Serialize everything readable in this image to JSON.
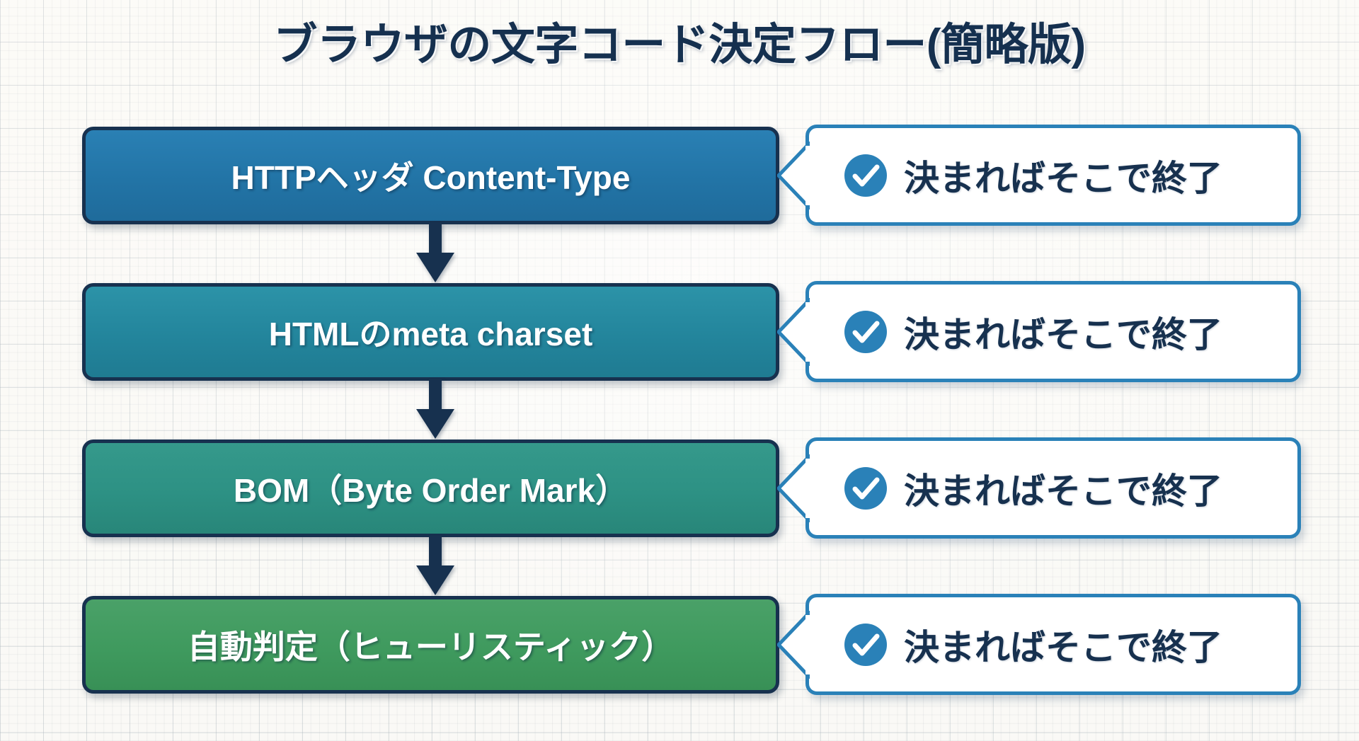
{
  "page": {
    "title": "ブラウザの文字コード決定フロー(簡略版)",
    "background": "graph-paper",
    "title_color": "#15304f"
  },
  "diagram": {
    "type": "flowchart",
    "orientation": "vertical",
    "steps": [
      {
        "label": "HTTPヘッダ Content-Type",
        "color": "#2274a6",
        "border_color": "#17314f",
        "callout": {
          "text": "決まればそこで終了",
          "icon": "check-circle-icon",
          "icon_color": "#2a81b8",
          "border_color": "#2a81b8",
          "text_color": "#17314f"
        }
      },
      {
        "label": "HTMLのmeta charset",
        "color": "#23859c",
        "border_color": "#17314f",
        "callout": {
          "text": "決まればそこで終了",
          "icon": "check-circle-icon",
          "icon_color": "#2a81b8",
          "border_color": "#2a81b8",
          "text_color": "#17314f"
        }
      },
      {
        "label": "BOM（Byte Order Mark）",
        "color": "#2d9184",
        "border_color": "#17314f",
        "callout": {
          "text": "決まればそこで終了",
          "icon": "check-circle-icon",
          "icon_color": "#2a81b8",
          "border_color": "#2a81b8",
          "text_color": "#17314f"
        }
      },
      {
        "label": "自動判定（ヒューリスティック）",
        "color": "#3f9a5e",
        "border_color": "#17314f",
        "callout": {
          "text": "決まればそこで終了",
          "icon": "check-circle-icon",
          "icon_color": "#2a81b8",
          "border_color": "#2a81b8",
          "text_color": "#17314f"
        }
      }
    ],
    "connectors": [
      {
        "from": "HTTPヘッダ Content-Type",
        "to": "HTMLのmeta charset",
        "shape": "down-arrow",
        "color": "#17314f"
      },
      {
        "from": "HTMLのmeta charset",
        "to": "BOM（Byte Order Mark）",
        "shape": "down-arrow",
        "color": "#17314f"
      },
      {
        "from": "BOM（Byte Order Mark）",
        "to": "自動判定（ヒューリスティック）",
        "shape": "down-arrow",
        "color": "#17314f"
      }
    ]
  }
}
